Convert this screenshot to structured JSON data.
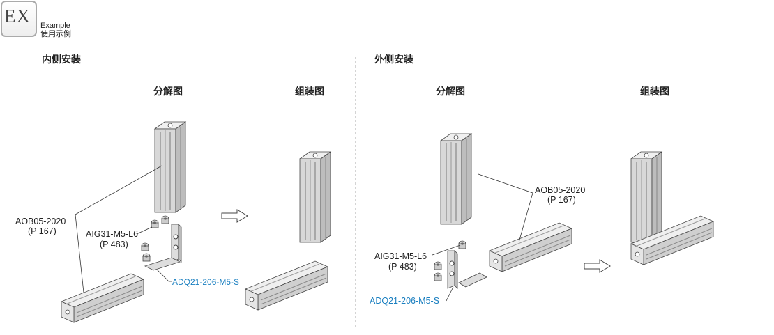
{
  "badge": {
    "text": "EX",
    "en": "Example",
    "zh": "使用示例"
  },
  "left": {
    "title": "内侧安装",
    "exploded": "分解图",
    "assembled": "组装图",
    "profile": {
      "part": "AOB05-2020",
      "page": "(P 167)"
    },
    "nut": {
      "part": "AIG31-M5-L6",
      "page": "(P 483)"
    },
    "bracket": {
      "part": "ADQ21-206-M5-S"
    }
  },
  "right": {
    "title": "外侧安装",
    "exploded": "分解图",
    "assembled": "组装图",
    "profile": {
      "part": "AOB05-2020",
      "page": "(P 167)"
    },
    "nut": {
      "part": "AIG31-M5-L6",
      "page": "(P 483)"
    },
    "bracket": {
      "part": "ADQ21-206-M5-S"
    }
  },
  "colors": {
    "accent": "#1a7fc0",
    "metal": "#d9d9d9",
    "line": "#333333"
  }
}
